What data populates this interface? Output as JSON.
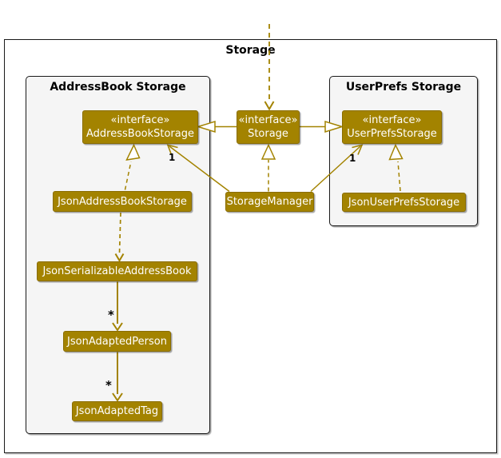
{
  "frames": {
    "outer": {
      "title": "Storage"
    },
    "addressbook": {
      "title": "AddressBook Storage"
    },
    "userprefs": {
      "title": "UserPrefs Storage"
    }
  },
  "nodes": {
    "addressBookStorage": {
      "stereotype": "«interface»",
      "name": "AddressBookStorage"
    },
    "storage": {
      "stereotype": "«interface»",
      "name": "Storage"
    },
    "userPrefsStorage": {
      "stereotype": "«interface»",
      "name": "UserPrefsStorage"
    },
    "jsonAddressBookStorage": {
      "name": "JsonAddressBookStorage"
    },
    "storageManager": {
      "name": "StorageManager"
    },
    "jsonUserPrefsStorage": {
      "name": "JsonUserPrefsStorage"
    },
    "jsonSerializableAddressBook": {
      "name": "JsonSerializableAddressBook"
    },
    "jsonAdaptedPerson": {
      "name": "JsonAdaptedPerson"
    },
    "jsonAdaptedTag": {
      "name": "JsonAdaptedTag"
    }
  },
  "edge_labels": {
    "storagemanager_to_addressbookstorage": "1",
    "storagemanager_to_userprefsstorage": "1",
    "serializable_to_person": "*",
    "person_to_tag": "*"
  },
  "edges": [
    {
      "from": "(external)",
      "to": "Storage",
      "type": "dashed-dependency"
    },
    {
      "from": "Storage",
      "to": "AddressBookStorage",
      "type": "extends"
    },
    {
      "from": "Storage",
      "to": "UserPrefsStorage",
      "type": "extends"
    },
    {
      "from": "StorageManager",
      "to": "Storage",
      "type": "implements"
    },
    {
      "from": "StorageManager",
      "to": "AddressBookStorage",
      "type": "association",
      "multiplicity": "1"
    },
    {
      "from": "StorageManager",
      "to": "UserPrefsStorage",
      "type": "association",
      "multiplicity": "1"
    },
    {
      "from": "JsonAddressBookStorage",
      "to": "AddressBookStorage",
      "type": "implements"
    },
    {
      "from": "JsonUserPrefsStorage",
      "to": "UserPrefsStorage",
      "type": "implements"
    },
    {
      "from": "JsonAddressBookStorage",
      "to": "JsonSerializableAddressBook",
      "type": "dashed-dependency"
    },
    {
      "from": "JsonSerializableAddressBook",
      "to": "JsonAdaptedPerson",
      "type": "association",
      "multiplicity": "*"
    },
    {
      "from": "JsonAdaptedPerson",
      "to": "JsonAdaptedTag",
      "type": "association",
      "multiplicity": "*"
    }
  ],
  "colors": {
    "node_fill": "#a38300",
    "node_text": "#ffffff",
    "edge": "#a38300",
    "frame_fill": "#f5f5f5",
    "frame_border": "#1a1a1a",
    "label_text": "#000000"
  }
}
